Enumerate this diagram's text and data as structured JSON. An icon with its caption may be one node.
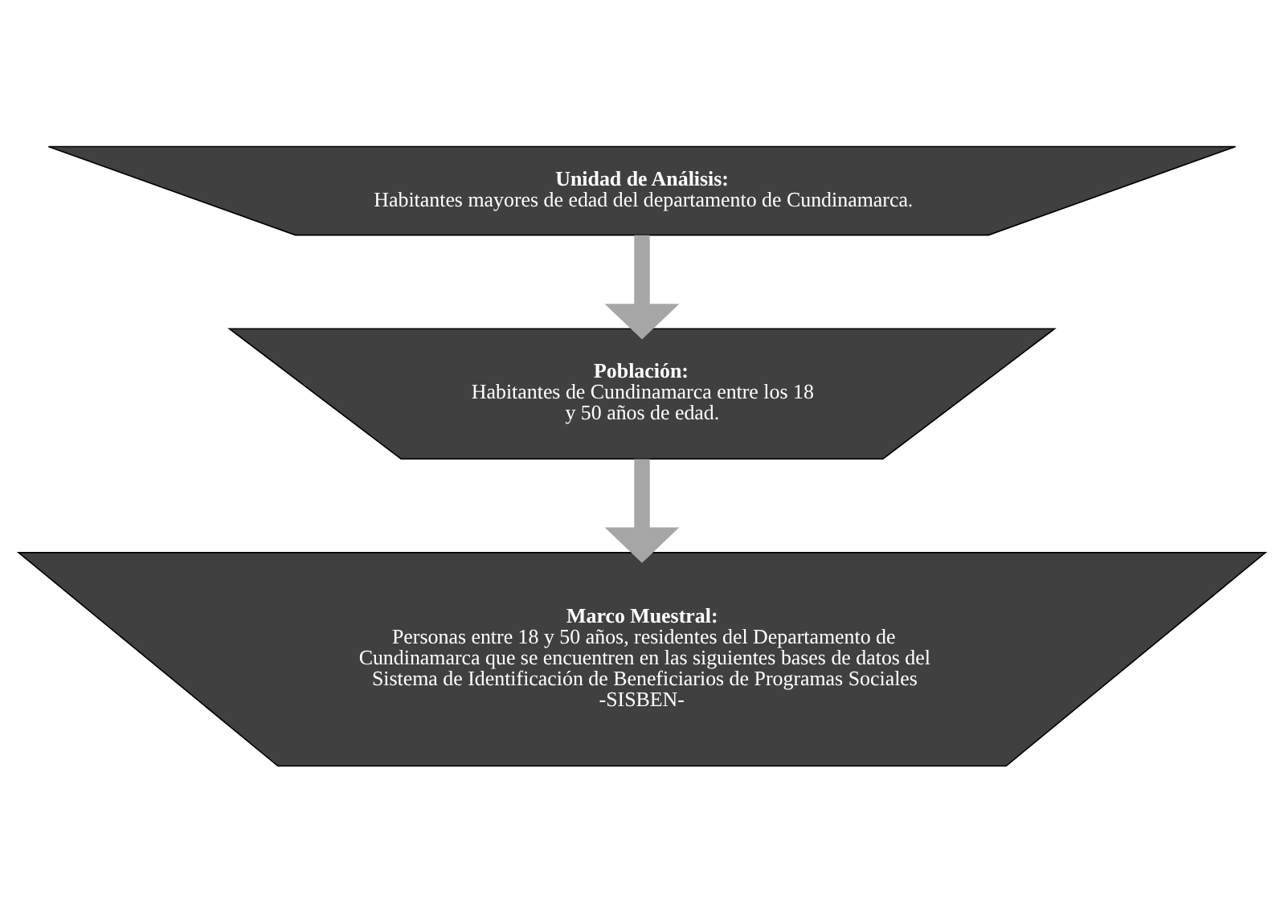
{
  "diagram": {
    "nodes": [
      {
        "text": [
          "Unidad de Análisis:",
          "Habitantes mayores de edad del departamento de Cundinamarca."
        ]
      },
      {
        "text": [
          "Población:",
          "Habitantes de Cundinamarca entre los 18 y 50 años de edad."
        ]
      },
      {
        "text": [
          "Marco Muestral:",
          "Personas entre 18 y 50 años, residentes del Departamento de Cundinamarca que se encuentren en las siguientes bases de datos del Sistema de Identificación de Beneficiarios de Programas Sociales -SISBEN-"
        ]
      }
    ],
    "edges": [
      {
        "from": 0,
        "to": 1,
        "arrow": "to"
      },
      {
        "from": 1,
        "to": 2,
        "arrow": "to"
      }
    ]
  }
}
